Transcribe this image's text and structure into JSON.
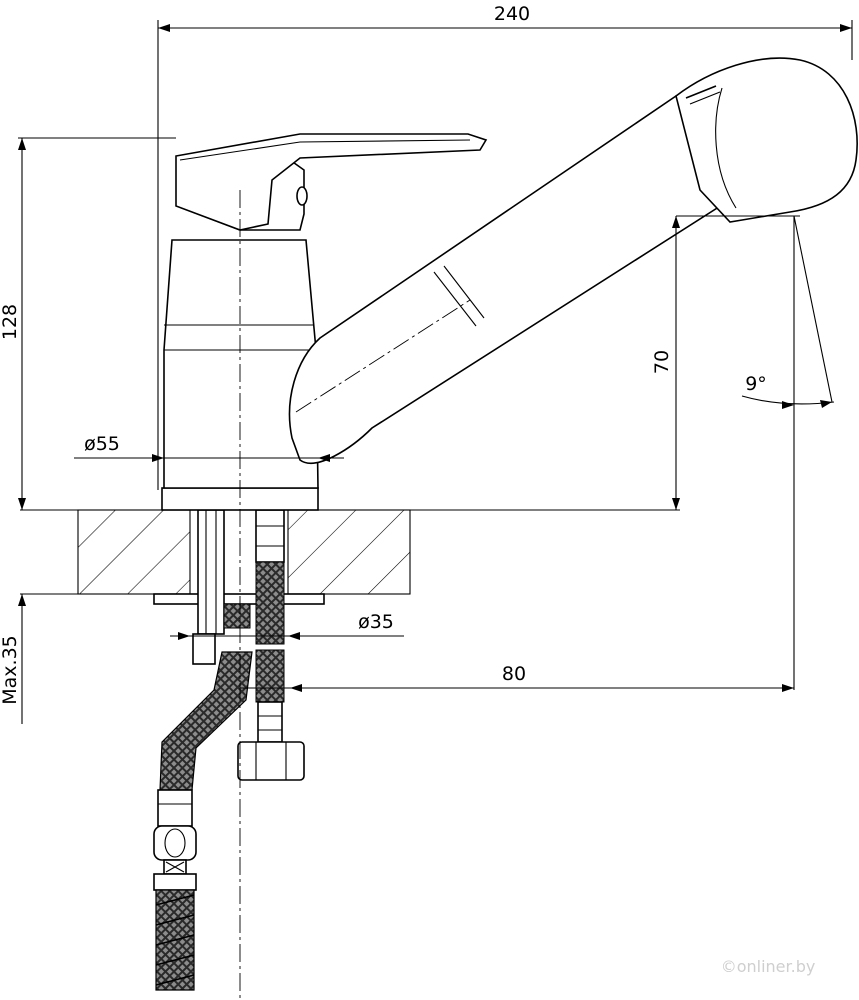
{
  "dimensions": {
    "width_total": "240",
    "height_total": "128",
    "spout_height": "70",
    "base_diameter": "ø55",
    "hole_diameter": "ø35",
    "reach": "80",
    "max_countertop": "Max.35",
    "angle": "9°"
  },
  "watermark": "©onliner.by"
}
